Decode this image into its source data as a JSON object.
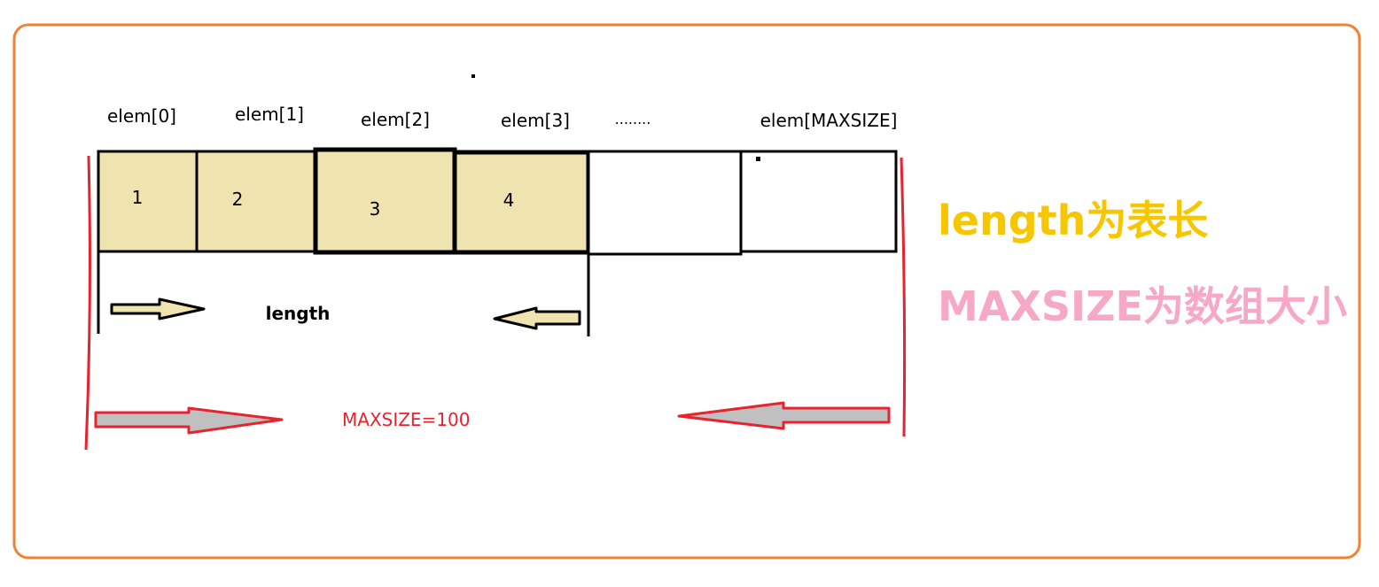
{
  "elem_labels": [
    "elem[0]",
    "elem[1]",
    "elem[2]",
    "elem[3]",
    "........",
    "elem[MAXSIZE]"
  ],
  "cell_values": [
    "1",
    "2",
    "3",
    "4",
    "",
    ""
  ],
  "length_label": "length",
  "maxsize_label": "MAXSIZE=100",
  "legend": {
    "length_desc": "length为表长",
    "maxsize_desc": "MAXSIZE为数组大小"
  },
  "colors": {
    "frame": "#f08232",
    "filled_cell": "#efe3b0",
    "empty_cell": "#ffffff",
    "cell_border": "#000000",
    "red": "#e8232e",
    "length_arrow_fill": "#efe3b0",
    "maxsize_arrow_fill": "#c0c0c0",
    "legend_length": "#f6c600",
    "legend_maxsize": "#f7a8c4"
  }
}
